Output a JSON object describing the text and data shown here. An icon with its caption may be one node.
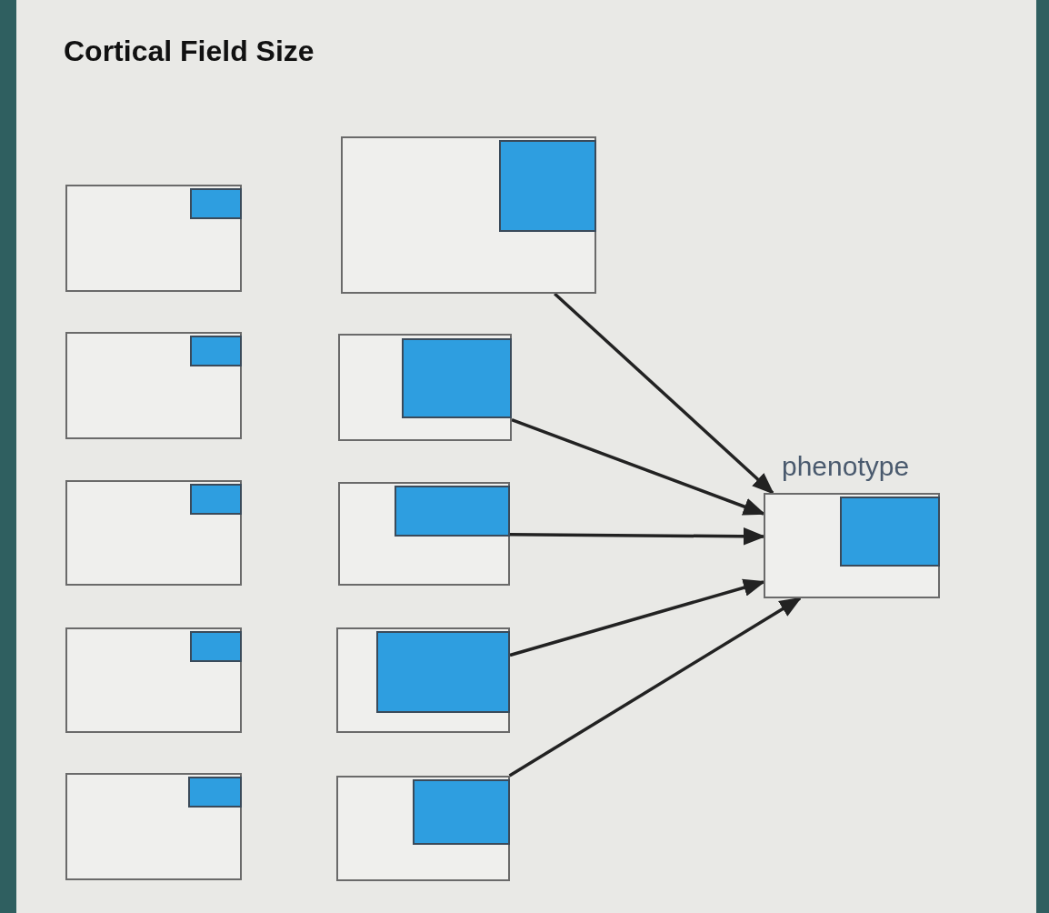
{
  "diagram": {
    "title": "Cortical Field Size",
    "nodes": [
      {
        "text": [],
        "shape": "box"
      },
      {
        "text": [],
        "shape": "box"
      },
      {
        "text": [],
        "shape": "box"
      },
      {
        "text": [],
        "shape": "box"
      },
      {
        "text": [],
        "shape": "box"
      },
      {
        "text": [],
        "shape": "box"
      },
      {
        "text": [],
        "shape": "box"
      },
      {
        "text": [],
        "shape": "box"
      },
      {
        "text": [],
        "shape": "box"
      },
      {
        "text": [],
        "shape": "box"
      },
      {
        "text": [
          "phenotype"
        ]
      },
      {
        "text": [],
        "shape": "box",
        "in": 0
      },
      {
        "text": [],
        "shape": "box",
        "in": 1
      },
      {
        "text": [],
        "shape": "box",
        "in": 2
      },
      {
        "text": [],
        "shape": "box",
        "in": 3
      },
      {
        "text": [],
        "shape": "box",
        "in": 4
      },
      {
        "text": [],
        "shape": "box",
        "in": 5
      },
      {
        "text": [],
        "shape": "box",
        "in": 6
      },
      {
        "text": [],
        "shape": "box",
        "in": 7
      },
      {
        "text": [],
        "shape": "box",
        "in": 8
      },
      {
        "text": [],
        "shape": "box",
        "in": 9
      },
      {
        "text": [],
        "shape": "box",
        "in": 10
      }
    ],
    "edges": [
      {
        "from": 5,
        "to": 10,
        "arrow": "to"
      },
      {
        "from": 6,
        "to": 10,
        "arrow": "to"
      },
      {
        "from": 7,
        "to": 10,
        "arrow": "to"
      },
      {
        "from": 8,
        "to": 10,
        "arrow": "to"
      },
      {
        "from": 9,
        "to": 10,
        "arrow": "to"
      }
    ]
  }
}
